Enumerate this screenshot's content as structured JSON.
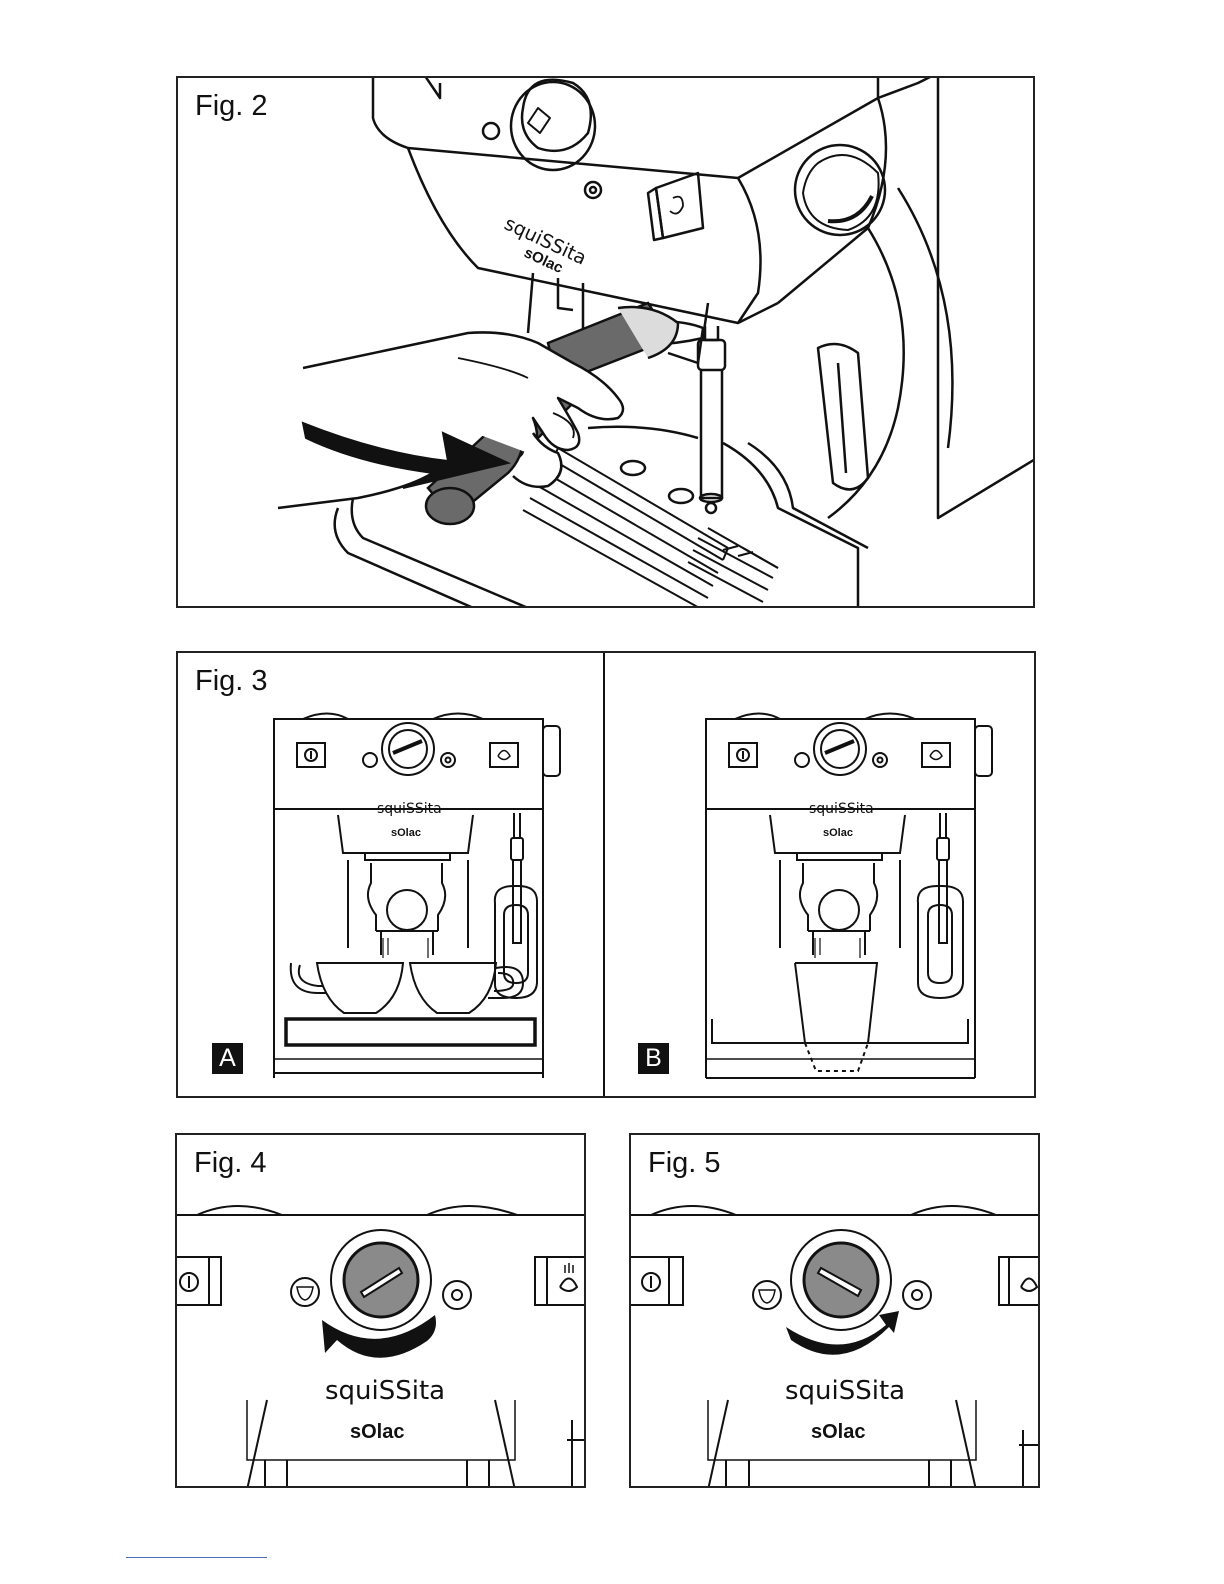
{
  "figures": {
    "fig2": {
      "label": "Fig. 2"
    },
    "fig3": {
      "label": "Fig. 3",
      "panel_a_tag": "A",
      "panel_b_tag": "B"
    },
    "fig4": {
      "label": "Fig. 4"
    },
    "fig5": {
      "label": "Fig. 5"
    }
  },
  "brand": {
    "product": "squiSSita",
    "maker": "sOlac"
  },
  "icons": [
    "power-button-icon",
    "steam-valve-icon",
    "coffee-cup-icon",
    "hot-water-icon",
    "rotation-arrow-icon"
  ],
  "colors": {
    "line": "#111111",
    "knob_fill": "#8a8a8a",
    "handle_fill": "#6a6a6a",
    "link_underline": "#4a6fb5"
  }
}
